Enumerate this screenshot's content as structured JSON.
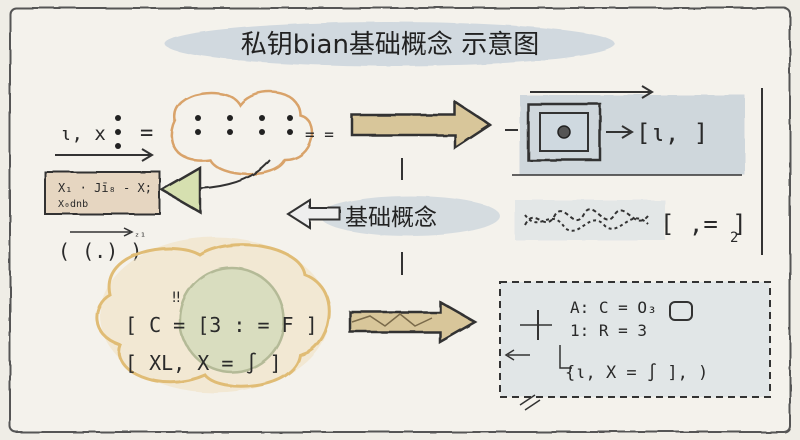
{
  "title": "私钥bian基础概念 示意图",
  "center_label": "基础概念",
  "top_left": {
    "lhs": "ι, x",
    "eq": "=",
    "eq2": "= ="
  },
  "formula_card": {
    "line1": "X₁ · Jī₈ - X;",
    "line2": "X₀dnb"
  },
  "paren_note": {
    "text": "( (.) )",
    "superscript": "ᶻ¹"
  },
  "right_top": {
    "bracket": "[ι,  ]"
  },
  "right_mid": {
    "bracket": "[ ,= ]",
    "subscript": "2"
  },
  "bottom_left": {
    "line1": "[ C = [3 : = F ]",
    "line2": "[ XL, X = ∫ ]",
    "mark": "‼"
  },
  "right_bottom": {
    "line1": "A: C = O₃",
    "line2": "1: R = 3",
    "line3": "{ι, X = ∫ ],  )"
  },
  "colors": {
    "paper": "#efede6",
    "ink": "#2a2a2a",
    "tan_arrow": "#d8c69a",
    "blue_wash": "#b7c6d2",
    "orange_wash": "#e8c79a",
    "green_wash": "#c9d6b2"
  }
}
